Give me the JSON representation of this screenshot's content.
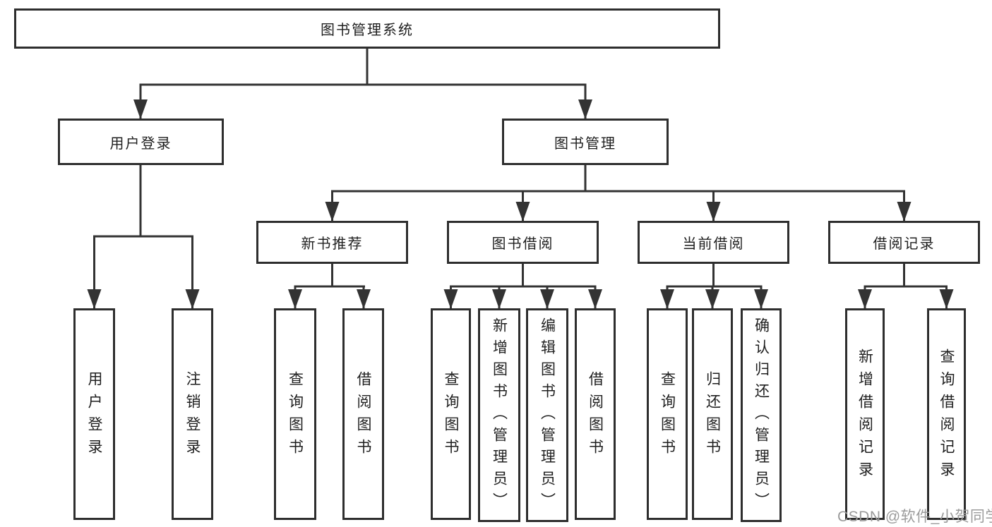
{
  "diagram": {
    "title_node": "图书管理系统",
    "level2": {
      "user_login": "用户登录",
      "book_mgmt": "图书管理"
    },
    "level3": {
      "new_book_recommend": "新书推荐",
      "book_borrow": "图书借阅",
      "current_borrow": "当前借阅",
      "borrow_records": "借阅记录"
    },
    "leaves": {
      "user_login_leaf": "用户登录",
      "logout_leaf": "注销登录",
      "recommend_query_books": "查询图书",
      "recommend_borrow_books": "借阅图书",
      "borrow_query_books": "查询图书",
      "borrow_add_books_admin": "新增图书（管理员）",
      "borrow_edit_books_admin": "编辑图书（管理员）",
      "borrow_borrow_books": "借阅图书",
      "current_query_books": "查询图书",
      "current_return_books": "归还图书",
      "current_confirm_return_admin": "确认归还（管理员）",
      "records_add_record": "新增借阅记录",
      "records_query_record": "查询借阅记录"
    }
  },
  "watermark": "CSDN @软件_小贺同学",
  "colors": {
    "line": "#333333",
    "box_border": "#2e2e2e",
    "text": "#1f1f1f",
    "watermark": "#9b9b9b",
    "background": "#ffffff"
  }
}
